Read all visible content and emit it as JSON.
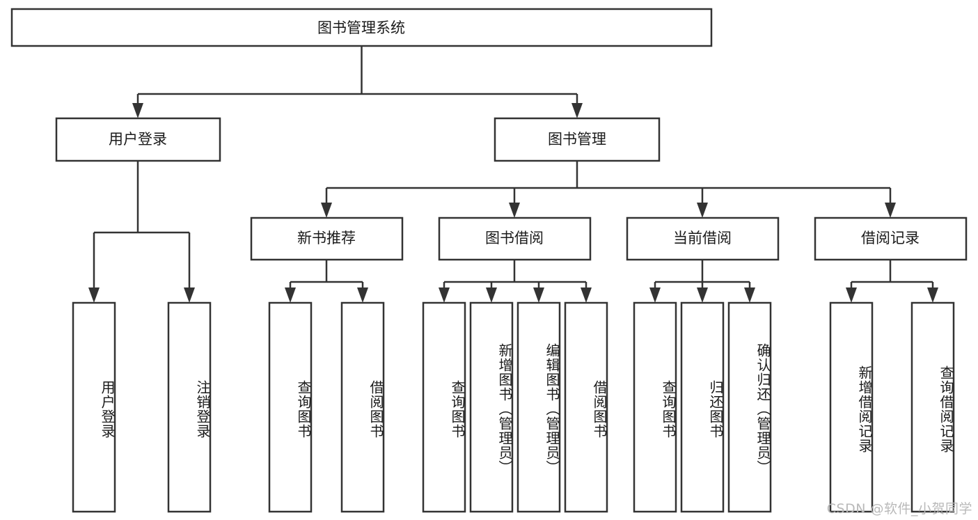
{
  "diagram": {
    "type": "tree-hierarchy-diagram",
    "title": "图书管理系统",
    "colors": {
      "box_fill": "#ffffff",
      "box_stroke": "#333333",
      "text": "#1a1a1a",
      "background": "#ffffff",
      "watermark": "#b9b9b9"
    },
    "root": {
      "label": "图书管理系统",
      "orientation": "horizontal"
    },
    "level2": [
      {
        "label": "用户登录",
        "orientation": "horizontal"
      },
      {
        "label": "图书管理",
        "orientation": "horizontal"
      }
    ],
    "level3": [
      {
        "label": "新书推荐",
        "orientation": "horizontal"
      },
      {
        "label": "图书借阅",
        "orientation": "horizontal"
      },
      {
        "label": "当前借阅",
        "orientation": "horizontal"
      },
      {
        "label": "借阅记录",
        "orientation": "horizontal"
      }
    ],
    "leaves": {
      "user_login": [
        {
          "label": "用户登录",
          "orientation": "vertical"
        },
        {
          "label": "注销登录",
          "orientation": "vertical"
        }
      ],
      "new_book_recommend": [
        {
          "label": "查询图书",
          "orientation": "vertical"
        },
        {
          "label": "借阅图书",
          "orientation": "vertical"
        }
      ],
      "book_borrow": [
        {
          "label": "查询图书",
          "orientation": "vertical"
        },
        {
          "label": "新增图书（管理员）",
          "orientation": "vertical"
        },
        {
          "label": "编辑图书（管理员）",
          "orientation": "vertical"
        },
        {
          "label": "借阅图书",
          "orientation": "vertical"
        }
      ],
      "current_borrow": [
        {
          "label": "查询图书",
          "orientation": "vertical"
        },
        {
          "label": "归还图书",
          "orientation": "vertical"
        },
        {
          "label": "确认归还（管理员）",
          "orientation": "vertical"
        }
      ],
      "borrow_record": [
        {
          "label": "新增借阅记录",
          "orientation": "vertical"
        },
        {
          "label": "查询借阅记录",
          "orientation": "vertical"
        }
      ]
    }
  },
  "watermark": {
    "text": "CSDN @软件_小贺同学"
  }
}
